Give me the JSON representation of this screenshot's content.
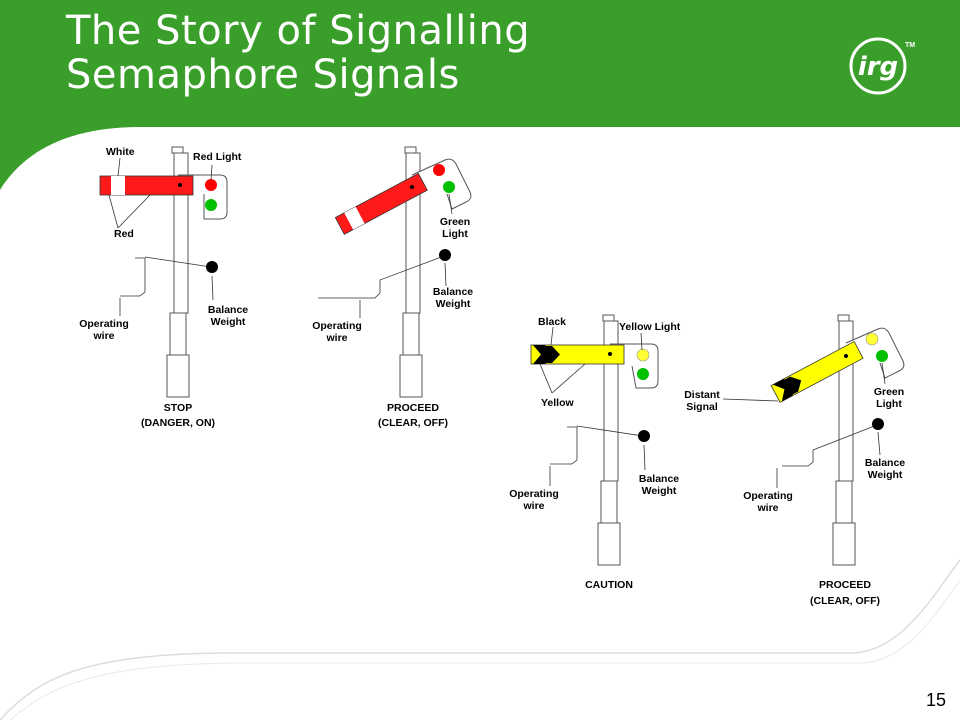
{
  "slide": {
    "title_line1": "The Story of Signalling",
    "title_line2": "Semaphore Signals",
    "logo_text": "irg",
    "logo_mark": "TM",
    "page_number": "15"
  },
  "colors": {
    "header_green": "#3a9f2a",
    "arm_red": "#ff1a1a",
    "arm_yellow": "#ffff00",
    "lamp_red": "#ff0000",
    "lamp_green": "#00c000",
    "lamp_yellow": "#ffff33"
  },
  "signals": [
    {
      "id": "stop",
      "labels": {
        "white": "White",
        "red_light": "Red Light",
        "red": "Red",
        "balance_weight_1": "Balance",
        "balance_weight_2": "Weight",
        "operating_wire_1": "Operating",
        "operating_wire_2": "wire",
        "state": "STOP",
        "state_detail": "(DANGER, ON)"
      }
    },
    {
      "id": "proceed-red",
      "labels": {
        "green_light_1": "Green",
        "green_light_2": "Light",
        "balance_weight_1": "Balance",
        "balance_weight_2": "Weight",
        "operating_wire_1": "Operating",
        "operating_wire_2": "wire",
        "state": "PROCEED",
        "state_detail": "(CLEAR, OFF)"
      }
    },
    {
      "id": "caution",
      "labels": {
        "black": "Black",
        "yellow_light": "Yellow Light",
        "yellow": "Yellow",
        "balance_weight_1": "Balance",
        "balance_weight_2": "Weight",
        "operating_wire_1": "Operating",
        "operating_wire_2": "wire",
        "state": "CAUTION"
      }
    },
    {
      "id": "proceed-distant",
      "labels": {
        "distant_signal_1": "Distant",
        "distant_signal_2": "Signal",
        "green_light_1": "Green",
        "green_light_2": "Light",
        "balance_weight_1": "Balance",
        "balance_weight_2": "Weight",
        "operating_wire_1": "Operating",
        "operating_wire_2": "wire",
        "state": "PROCEED",
        "state_detail": "(CLEAR, OFF)"
      }
    }
  ]
}
